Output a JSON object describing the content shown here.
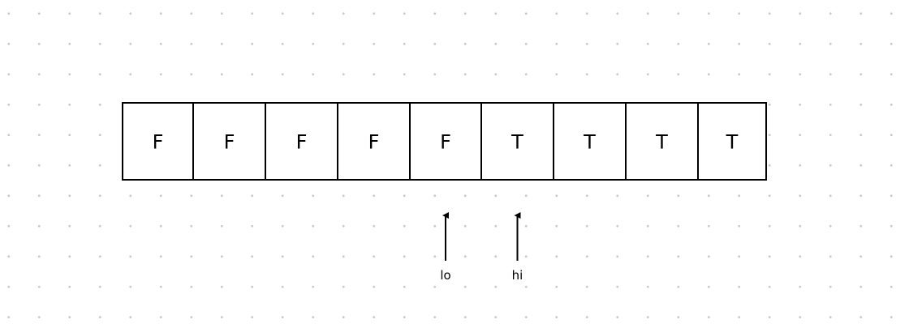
{
  "array": {
    "cells": [
      "F",
      "F",
      "F",
      "F",
      "F",
      "T",
      "T",
      "T",
      "T"
    ]
  },
  "pointers": [
    {
      "label": "lo",
      "index": 4
    },
    {
      "label": "hi",
      "index": 5
    }
  ]
}
